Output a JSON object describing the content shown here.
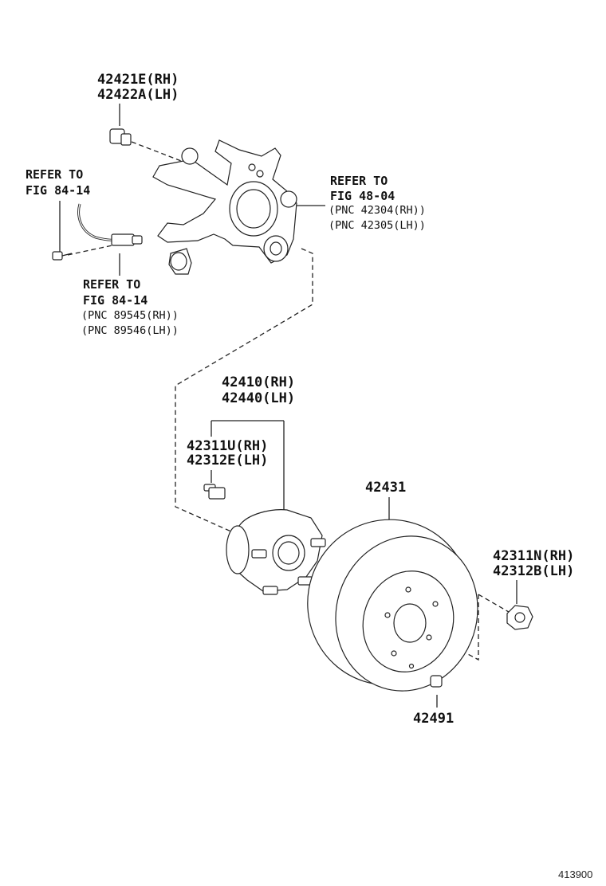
{
  "labels": {
    "knuckle_bolt_rh": "42421E(RH)",
    "knuckle_bolt_lh": "42422A(LH)",
    "refer_84_14_a_1": "REFER TO",
    "refer_84_14_a_2": "FIG 84-14",
    "refer_48_04_1": "REFER TO",
    "refer_48_04_2": "FIG 48-04",
    "pnc_42304": "(PNC 42304(RH))",
    "pnc_42305": "(PNC 42305(LH))",
    "refer_84_14_b_1": "REFER TO",
    "refer_84_14_b_2": "FIG 84-14",
    "pnc_89545": "(PNC 89545(RH))",
    "pnc_89546": "(PNC 89546(LH))",
    "hub_rh": "42410(RH)",
    "hub_lh": "42440(LH)",
    "hub_bolt_rh": "42311U(RH)",
    "hub_bolt_lh": "42312E(LH)",
    "disc": "42431",
    "nut_rh": "42311N(RH)",
    "nut_lh": "42312B(LH)",
    "plug": "42491",
    "figure_id": "413900"
  }
}
